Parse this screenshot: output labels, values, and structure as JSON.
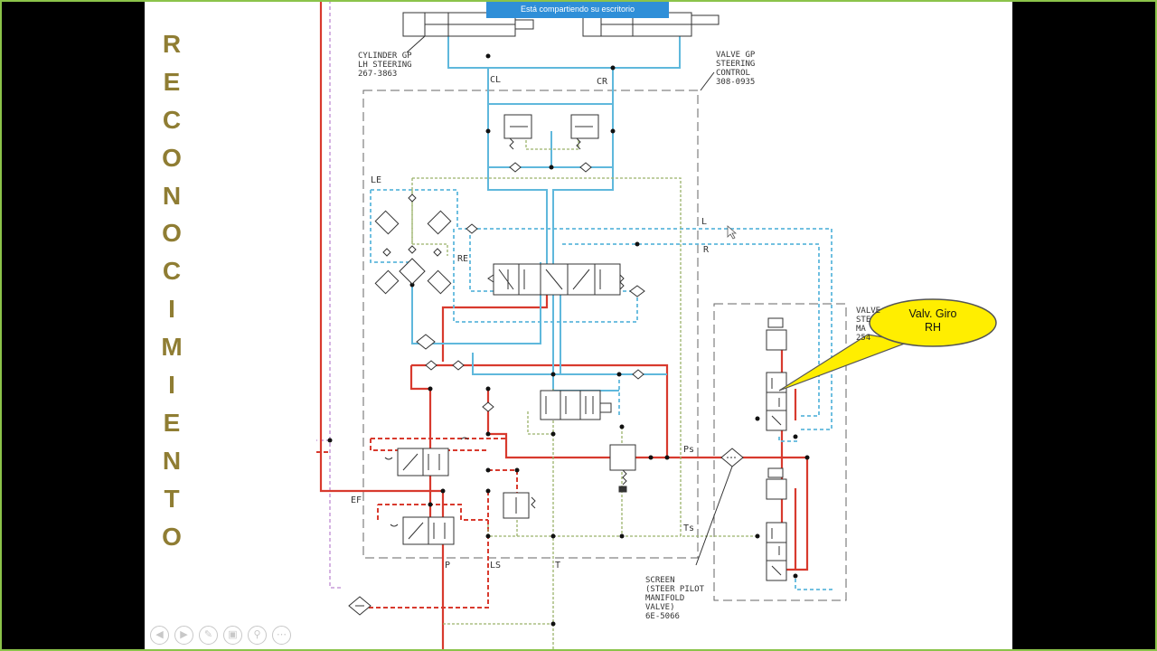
{
  "share_banner": "Está compartiendo su escritorio",
  "sidebar_title_letters": [
    "R",
    "E",
    "C",
    "O",
    "N",
    "O",
    "C",
    "I",
    "M",
    "I",
    "E",
    "N",
    "T",
    "O"
  ],
  "labels": {
    "cylinder": [
      "CYLINDER GP",
      "LH STEERING",
      "267-3863"
    ],
    "valve_gp": [
      "VALVE GP",
      "STEERING",
      "CONTROL",
      "308-0935"
    ],
    "valve_partial": [
      "VALVE",
      "STE",
      "MA",
      "254"
    ],
    "screen": [
      "SCREEN",
      "(STEER PILOT",
      "MANIFOLD",
      "VALVE)",
      "6E-5066"
    ],
    "cl": "CL",
    "cr": "CR",
    "le": "LE",
    "re": "RE",
    "l": "L",
    "r": "R",
    "ps": "Ps",
    "ts": "Ts",
    "ef": "EF",
    "p": "P",
    "ls": "LS",
    "t": "T"
  },
  "callout": [
    "Valv. Giro",
    "RH"
  ],
  "toolbar_icons": [
    "back-icon",
    "forward-icon",
    "pen-icon",
    "slides-icon",
    "zoom-icon",
    "more-icon"
  ],
  "colors": {
    "pressure": "#d83a2e",
    "pilot": "#5fb8dc",
    "drain": "#9ab26a",
    "supply": "#c79ad8",
    "callout": "#ffee00",
    "title": "#8f7d33"
  }
}
